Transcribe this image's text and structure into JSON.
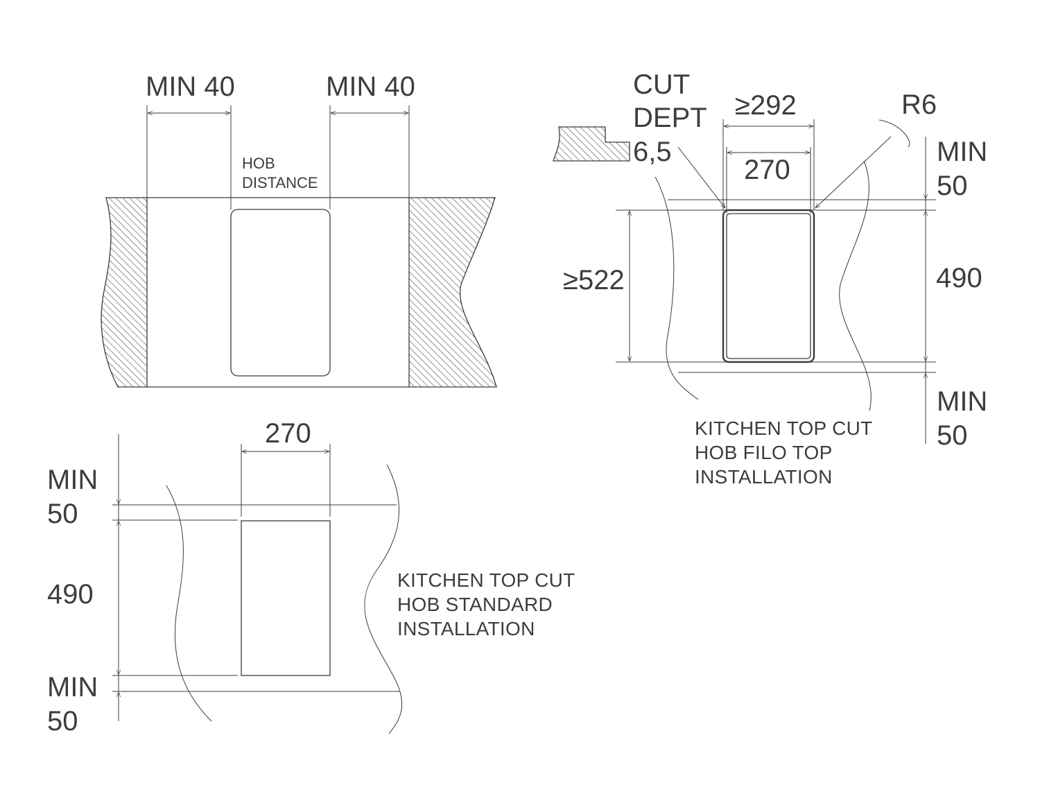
{
  "diagram": {
    "top_left": {
      "dim_left": "MIN 40",
      "dim_right": "MIN 40",
      "hob_label_1": "HOB",
      "hob_label_2": "DISTANCE"
    },
    "top_right": {
      "cut_depth_1": "CUT",
      "cut_depth_2": "DEPT",
      "cut_depth_3": "6,5",
      "outer_width": "≥292",
      "inner_width": "270",
      "radius": "R6",
      "top_margin_1": "MIN",
      "top_margin_2": "50",
      "height": "490",
      "outer_height": "≥522",
      "bottom_margin_1": "MIN",
      "bottom_margin_2": "50",
      "caption_1": "KITCHEN TOP CUT",
      "caption_2": "HOB FILO TOP",
      "caption_3": "INSTALLATION"
    },
    "bottom_left": {
      "width": "270",
      "top_margin_1": "MIN",
      "top_margin_2": "50",
      "height": "490",
      "bottom_margin_1": "MIN",
      "bottom_margin_2": "50",
      "caption_1": "KITCHEN TOP CUT",
      "caption_2": "HOB STANDARD",
      "caption_3": "INSTALLATION"
    }
  }
}
